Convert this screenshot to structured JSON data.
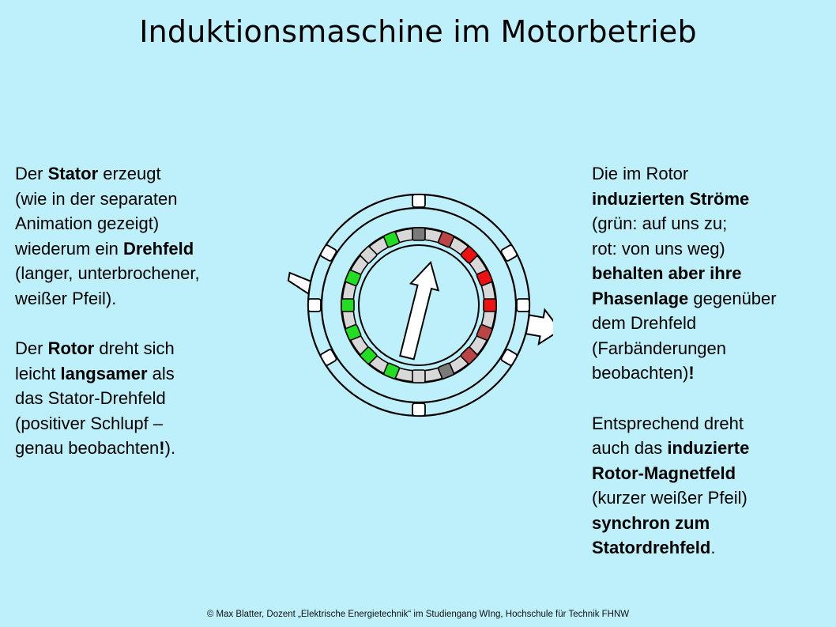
{
  "title": "Induktionsmaschine im Motorbetrieb",
  "left_text": {
    "p1": [
      {
        "text": "Der ",
        "bold": false
      },
      {
        "text": "Stator",
        "bold": true
      },
      {
        "text": " erzeugt",
        "bold": false
      },
      {
        "br": true
      },
      {
        "text": "(wie in der separaten",
        "bold": false
      },
      {
        "br": true
      },
      {
        "text": "Animation gezeigt)",
        "bold": false
      },
      {
        "br": true
      },
      {
        "text": "wiederum ein ",
        "bold": false
      },
      {
        "text": "Drehfeld",
        "bold": true
      },
      {
        "br": true
      },
      {
        "text": "(langer, unterbrochener,",
        "bold": false
      },
      {
        "br": true
      },
      {
        "text": "weißer Pfeil).",
        "bold": false
      }
    ],
    "p2": [
      {
        "text": "Der ",
        "bold": false
      },
      {
        "text": "Rotor",
        "bold": true
      },
      {
        "text": " dreht sich",
        "bold": false
      },
      {
        "br": true
      },
      {
        "text": "leicht ",
        "bold": false
      },
      {
        "text": "langsamer",
        "bold": true
      },
      {
        "text": " als",
        "bold": false
      },
      {
        "br": true
      },
      {
        "text": "das Stator-Drehfeld",
        "bold": false
      },
      {
        "br": true
      },
      {
        "text": "(positiver Schlupf –",
        "bold": false
      },
      {
        "br": true
      },
      {
        "text": "genau beobachten",
        "bold": false
      },
      {
        "text": "!",
        "bold": true
      },
      {
        "text": ").",
        "bold": false
      }
    ]
  },
  "right_text": {
    "p1": [
      {
        "text": "Die im Rotor",
        "bold": false
      },
      {
        "br": true
      },
      {
        "text": "induzierten Ströme",
        "bold": true
      },
      {
        "br": true
      },
      {
        "text": "(grün: auf uns zu;",
        "bold": false
      },
      {
        "br": true
      },
      {
        "text": "rot: von uns weg)",
        "bold": false
      },
      {
        "br": true
      },
      {
        "text": "behalten aber ihre",
        "bold": true
      },
      {
        "br": true
      },
      {
        "text": "Phasenlage",
        "bold": true
      },
      {
        "text": " gegenüber",
        "bold": false
      },
      {
        "br": true
      },
      {
        "text": "dem Drehfeld",
        "bold": false
      },
      {
        "br": true
      },
      {
        "text": "(Farbänderungen",
        "bold": false
      },
      {
        "br": true
      },
      {
        "text": "beobachten)",
        "bold": false
      },
      {
        "text": "!",
        "bold": true
      }
    ],
    "p2": [
      {
        "text": "Entsprechend dreht",
        "bold": false
      },
      {
        "br": true
      },
      {
        "text": "auch das ",
        "bold": false
      },
      {
        "text": "induzierte",
        "bold": true
      },
      {
        "br": true
      },
      {
        "text": "Rotor-Magnetfeld",
        "bold": true
      },
      {
        "br": true
      },
      {
        "text": "(kurzer weißer Pfeil)",
        "bold": false
      },
      {
        "br": true
      },
      {
        "text": "synchron zum",
        "bold": true
      },
      {
        "br": true
      },
      {
        "text": "Statordrehfeld",
        "bold": true
      },
      {
        "text": ".",
        "bold": false
      }
    ]
  },
  "footer": "© Max Blatter, Dozent „Elektrische Energietechnik“ im Studiengang WIng, Hochschule für Technik FHNW",
  "diagram": {
    "stator_slot_color": "#ffffff",
    "rotor_bar_states": [
      "dark-red",
      "red",
      "red",
      "red",
      "dark-red",
      "dark-red",
      "dark-gray",
      "light-gray",
      "green",
      "green",
      "green",
      "green",
      "green",
      "light-gray",
      "green",
      "dark-gray"
    ],
    "rotor_bar_colors": {
      "red": "#ee1111",
      "dark-red": "#bb4444",
      "green": "#22dd22",
      "dark-green": "#44aa44",
      "dark-gray": "#7a7a7a",
      "light-gray": "#d6d6d6"
    },
    "rotor_ring_color": "#d8d8d8",
    "stator_field_arrow_angle_deg": 10,
    "rotor_field_arrow_angle_deg": 14
  }
}
